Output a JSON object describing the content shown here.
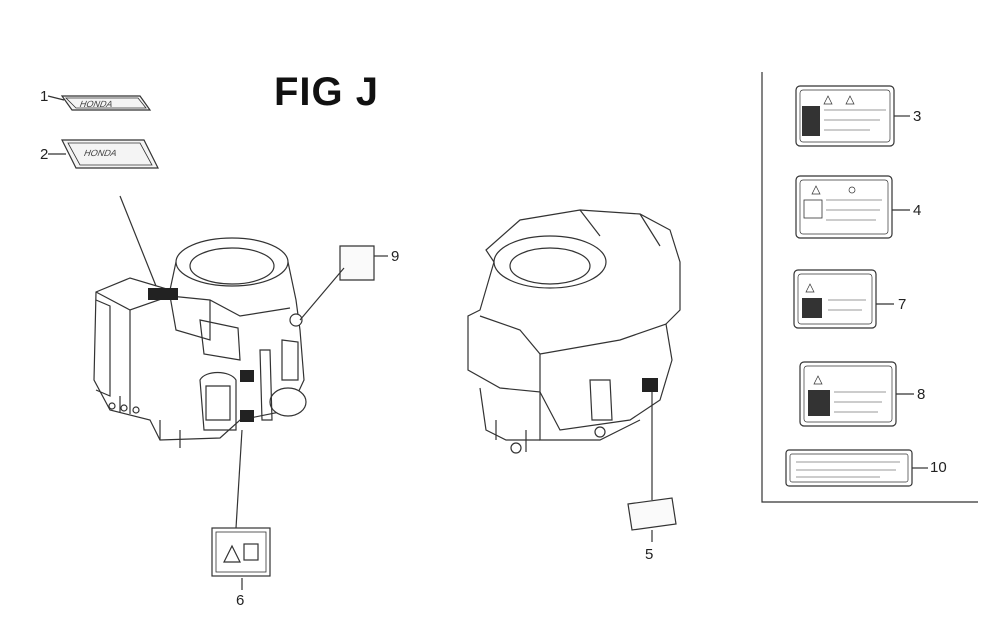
{
  "figure": {
    "title": "FIG J",
    "callouts": [
      {
        "id": "c1",
        "label": "1"
      },
      {
        "id": "c2",
        "label": "2"
      },
      {
        "id": "c3",
        "label": "3"
      },
      {
        "id": "c4",
        "label": "4"
      },
      {
        "id": "c5",
        "label": "5"
      },
      {
        "id": "c6",
        "label": "6"
      },
      {
        "id": "c7",
        "label": "7"
      },
      {
        "id": "c8",
        "label": "8"
      },
      {
        "id": "c9",
        "label": "9"
      },
      {
        "id": "c10",
        "label": "10"
      }
    ],
    "brand_text": "HONDA",
    "line_color": "#333333"
  }
}
